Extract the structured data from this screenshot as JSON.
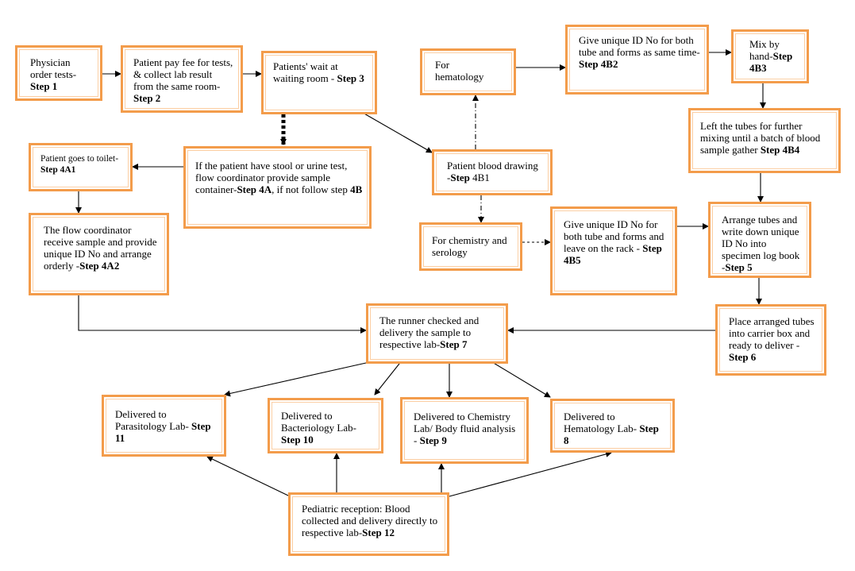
{
  "colors": {
    "box_border": "#f39c4b",
    "arrow": "#000000"
  },
  "boxes": {
    "step1": {
      "text": "Physician order tests-",
      "step": "Step 1",
      "after": ""
    },
    "step2": {
      "text": "Patient pay fee for tests, & collect lab result from the same room-",
      "step": "Step 2",
      "after": ""
    },
    "step3": {
      "text": "Patients' wait at waiting room - ",
      "step": "Step 3",
      "after": ""
    },
    "hema": {
      "text": "For hematology",
      "step": "",
      "after": ""
    },
    "s4b2": {
      "text": "Give unique ID No for both tube and forms as same time- ",
      "step": "Step 4B2",
      "after": ""
    },
    "s4b3": {
      "text": "Mix by hand-",
      "step": "Step 4B3",
      "after": ""
    },
    "s4b4": {
      "text": "Left the tubes for further mixing until a batch of blood sample gather ",
      "step": "Step 4B4",
      "after": ""
    },
    "s4a1": {
      "text": "Patient goes to toilet-",
      "step": "Step 4A1",
      "after": ""
    },
    "s4a": {
      "text": "If the patient have stool or urine test, flow coordinator provide sample container-",
      "step": "Step 4A",
      "after": ", if not follow step ",
      "step2": "4B"
    },
    "s4b1": {
      "text": "Patient blood drawing -",
      "step": "Step",
      "after": " 4B1"
    },
    "s4a2": {
      "text": "The flow coordinator receive sample and provide unique ID No and arrange orderly -",
      "step": "Step 4A2",
      "after": ""
    },
    "chem": {
      "text": "For chemistry and serology",
      "step": "",
      "after": ""
    },
    "s4b5": {
      "text": "Give unique ID No for both tube and forms and leave on the rack - ",
      "step": "Step 4B5",
      "after": ""
    },
    "s5": {
      "text": "Arrange tubes and write down unique ID No into specimen log book -",
      "step": "Step 5",
      "after": ""
    },
    "s6": {
      "text": "Place arranged tubes into carrier box and ready to deliver - ",
      "step": "Step 6",
      "after": ""
    },
    "s7": {
      "text": "The runner checked and delivery the sample to respective lab-",
      "step": "Step 7",
      "after": ""
    },
    "s11": {
      "text": "Delivered to Parasitology Lab- ",
      "step": "Step 11",
      "after": ""
    },
    "s10": {
      "text": "Delivered to Bacteriology Lab- ",
      "step": "Step 10",
      "after": ""
    },
    "s9": {
      "text": "Delivered to Chemistry Lab/ Body fluid analysis - ",
      "step": "Step 9",
      "after": ""
    },
    "s8": {
      "text": "Delivered to Hematology Lab- ",
      "step": "Step 8",
      "after": ""
    },
    "s12": {
      "text": "Pediatric reception:  Blood collected and delivery directly to respective lab-",
      "step": "Step 12",
      "after": ""
    }
  }
}
